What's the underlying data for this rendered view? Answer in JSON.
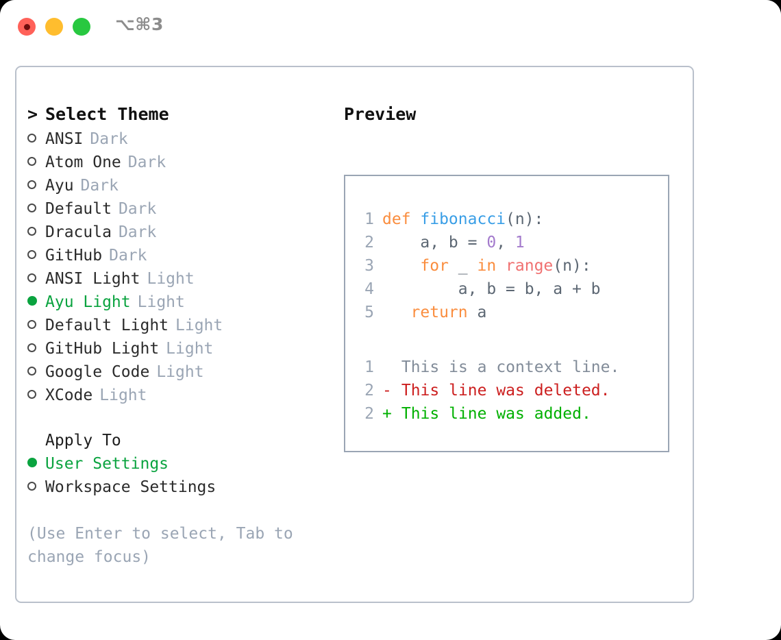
{
  "window": {
    "shortcut": "⌥⌘3",
    "traffic_lights": [
      {
        "name": "close",
        "color": "#ff6159"
      },
      {
        "name": "minimize",
        "color": "#ffbd2e"
      },
      {
        "name": "maximize",
        "color": "#28c840"
      }
    ]
  },
  "theme_picker": {
    "title": "Select Theme",
    "caret": ">",
    "bullet_empty": "○",
    "bullet_filled": "●",
    "items": [
      {
        "name": "ANSI",
        "kind": "Dark",
        "selected": false
      },
      {
        "name": "Atom One",
        "kind": "Dark",
        "selected": false
      },
      {
        "name": "Ayu",
        "kind": "Dark",
        "selected": false
      },
      {
        "name": "Default",
        "kind": "Dark",
        "selected": false
      },
      {
        "name": "Dracula",
        "kind": "Dark",
        "selected": false
      },
      {
        "name": "GitHub",
        "kind": "Dark",
        "selected": false
      },
      {
        "name": "ANSI Light",
        "kind": "Light",
        "selected": false
      },
      {
        "name": "Ayu Light",
        "kind": "Light",
        "selected": true
      },
      {
        "name": "Default Light",
        "kind": "Light",
        "selected": false
      },
      {
        "name": "GitHub Light",
        "kind": "Light",
        "selected": false
      },
      {
        "name": "Google Code",
        "kind": "Light",
        "selected": false
      },
      {
        "name": "XCode",
        "kind": "Light",
        "selected": false
      }
    ]
  },
  "apply_to": {
    "heading": "Apply To",
    "options": [
      {
        "label": "User Settings",
        "selected": true
      },
      {
        "label": "Workspace Settings",
        "selected": false
      }
    ]
  },
  "hint": "(Use Enter to select, Tab to change focus)",
  "preview": {
    "title": "Preview",
    "code_lines": [
      {
        "lineno": "1",
        "tokens": [
          {
            "text": "def ",
            "type": "kw"
          },
          {
            "text": "fibonacci",
            "type": "fn"
          },
          {
            "text": "(n):",
            "type": "punc"
          }
        ]
      },
      {
        "lineno": "2",
        "tokens": [
          {
            "text": "    a, b = ",
            "type": "punc"
          },
          {
            "text": "0",
            "type": "num"
          },
          {
            "text": ", ",
            "type": "punc"
          },
          {
            "text": "1",
            "type": "num"
          }
        ]
      },
      {
        "lineno": "3",
        "tokens": [
          {
            "text": "    ",
            "type": "punc"
          },
          {
            "text": "for",
            "type": "kw"
          },
          {
            "text": " _ ",
            "type": "punc"
          },
          {
            "text": "in",
            "type": "kw"
          },
          {
            "text": " ",
            "type": "punc"
          },
          {
            "text": "range",
            "type": "builtin"
          },
          {
            "text": "(n):",
            "type": "punc"
          }
        ]
      },
      {
        "lineno": "4",
        "tokens": [
          {
            "text": "        a, b = b, a + b",
            "type": "punc"
          }
        ]
      },
      {
        "lineno": "5",
        "tokens": [
          {
            "text": "   ",
            "type": "punc"
          },
          {
            "text": "return",
            "type": "kw"
          },
          {
            "text": " a",
            "type": "punc"
          }
        ]
      }
    ],
    "diff_lines": [
      {
        "lineno": "1",
        "sign": " ",
        "text": "This is a context line.",
        "type": "ctx"
      },
      {
        "lineno": "2",
        "sign": "-",
        "text": "This line was deleted.",
        "type": "del"
      },
      {
        "lineno": "2",
        "sign": "+",
        "text": "This line was added.",
        "type": "add"
      }
    ]
  },
  "colors": {
    "accent_green": "#0aa33f",
    "muted": "#9aa5b4",
    "keyword": "#fa8d3e",
    "function": "#399ee6",
    "number": "#a37acc",
    "builtin": "#f07171",
    "code_fg": "#5c6773",
    "diff_deleted": "#cc1f1f",
    "diff_added": "#00b000",
    "border": "#b9c0cb"
  }
}
